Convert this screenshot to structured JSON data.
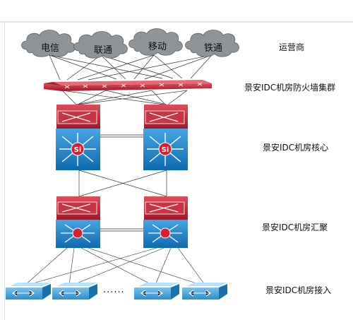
{
  "isps": [
    "电信",
    "联通",
    "移动",
    "铁通"
  ],
  "tiers": {
    "isp": "运营商",
    "firewall": "景安IDC机房防火墙集群",
    "core": "景安IDC机房核心",
    "aggregation": "景安IDC机房汇聚",
    "access": "景安IDC机房接入"
  },
  "nodes": {
    "core_mark": "Si"
  },
  "access_ellipsis": "......"
}
